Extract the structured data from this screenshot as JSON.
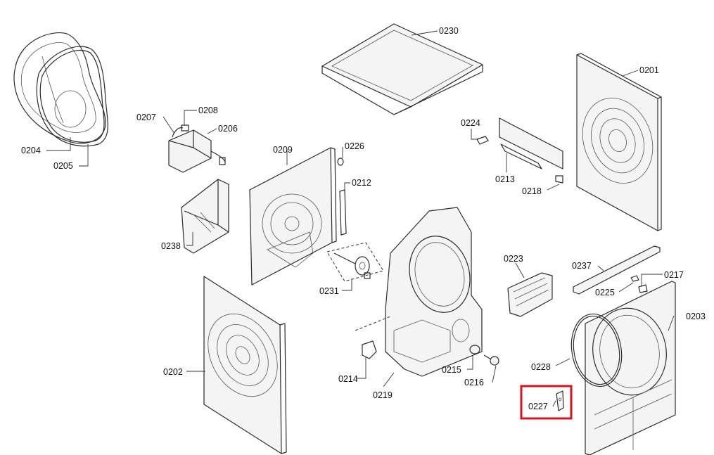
{
  "diagram": {
    "highlight_color": "#d9121f",
    "highlighted_part": "0227",
    "parts": [
      {
        "id": "p0230",
        "label": "0230"
      },
      {
        "id": "p0201",
        "label": "0201"
      },
      {
        "id": "p0207",
        "label": "0207"
      },
      {
        "id": "p0208",
        "label": "0208"
      },
      {
        "id": "p0206",
        "label": "0206"
      },
      {
        "id": "p0204",
        "label": "0204"
      },
      {
        "id": "p0205",
        "label": "0205"
      },
      {
        "id": "p0209",
        "label": "0209"
      },
      {
        "id": "p0226",
        "label": "0226"
      },
      {
        "id": "p0212",
        "label": "0212"
      },
      {
        "id": "p0224",
        "label": "0224"
      },
      {
        "id": "p0213",
        "label": "0213"
      },
      {
        "id": "p0218",
        "label": "0218"
      },
      {
        "id": "p0238",
        "label": "0238"
      },
      {
        "id": "p0231",
        "label": "0231"
      },
      {
        "id": "p0223",
        "label": "0223"
      },
      {
        "id": "p0237",
        "label": "0237"
      },
      {
        "id": "p0217",
        "label": "0217"
      },
      {
        "id": "p0225",
        "label": "0225"
      },
      {
        "id": "p0203",
        "label": "0203"
      },
      {
        "id": "p0202",
        "label": "0202"
      },
      {
        "id": "p0214",
        "label": "0214"
      },
      {
        "id": "p0219",
        "label": "0219"
      },
      {
        "id": "p0215",
        "label": "0215"
      },
      {
        "id": "p0216",
        "label": "0216"
      },
      {
        "id": "p0228",
        "label": "0228"
      },
      {
        "id": "p0227",
        "label": "0227"
      }
    ]
  }
}
